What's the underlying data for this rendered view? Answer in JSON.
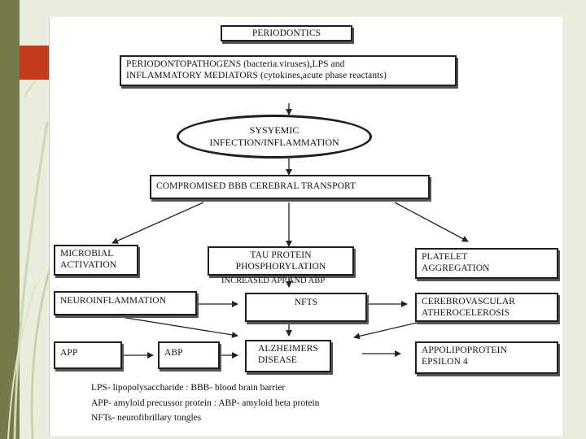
{
  "nodes": {
    "periodontics": "PERIODONTICS",
    "pathogens_line1": "PERIODONTOPATHOGENS (bacteria.viruses),LPS and",
    "pathogens_line2": "INFLAMMATORY MEDIATORS (cytokines,acute phase reactants)",
    "systemic_line1": "SYSYEMIC",
    "systemic_line2": "INFECTION/INFLAMMATION",
    "bbb": "COMPROMISED BBB CEREBRAL TRANSPORT",
    "microbial_line1": "MICROBIAL",
    "microbial_line2": "ACTIVATION",
    "tau_line1": "TAU PROTEIN",
    "tau_line2": "PHOSPHORYLATION",
    "tau_sub": "INCREASED APP AND ABP",
    "platelet_line1": "PLATELET",
    "platelet_line2": "AGGREGATION",
    "neuro": "NEUROINFLAMMATION",
    "nfts": "NFTS",
    "cerebro_line1": "CEREBROVASCULAR",
    "cerebro_line2": "ATHEROCELEROSIS",
    "app": "APP",
    "abp": "ABP",
    "alz_line1": "ALZHEIMERS",
    "alz_line2": "DISEASE",
    "apo_line1": "APPOLIPOPROTEIN",
    "apo_line2": "EPSILON 4"
  },
  "legend": {
    "line1": "LPS- lipopolysaccharide : BBB- blood brain barrier",
    "line2": "APP- amyloid precussor protein : ABP- amyloid beta protein",
    "line3": "NFTs- neurofibrillary tongles"
  },
  "colors": {
    "left_bar": "#76794a",
    "accent": "#c23c1c",
    "background": "#e8eddd"
  }
}
